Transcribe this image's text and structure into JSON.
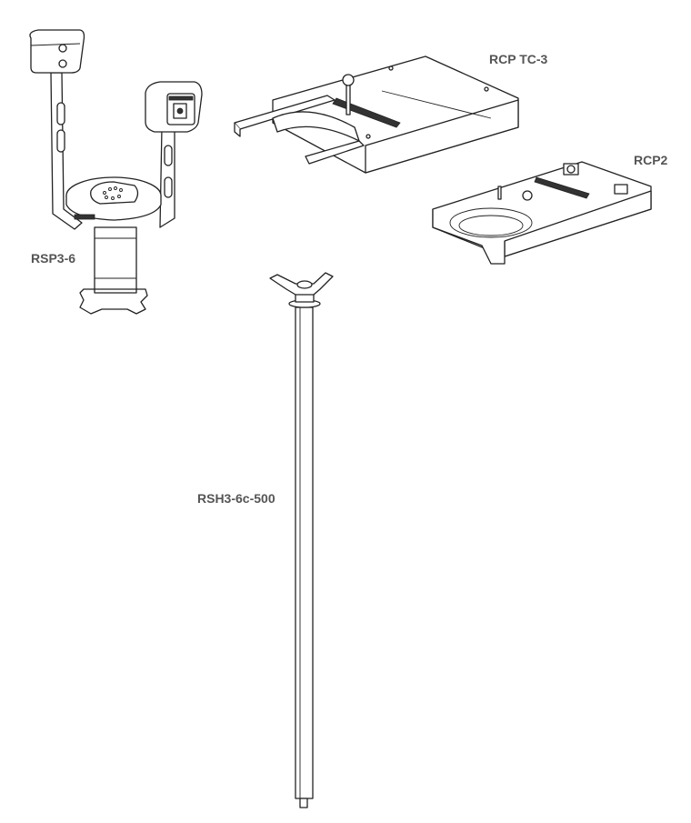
{
  "labels": {
    "rsp": "RSP3-6",
    "rcp_tc": "RCP TC-3",
    "rcp2": "RCP2",
    "rsh": "RSH3-6c-500"
  },
  "colors": {
    "label": "#555555",
    "line": "#222222",
    "background": "#ffffff"
  }
}
